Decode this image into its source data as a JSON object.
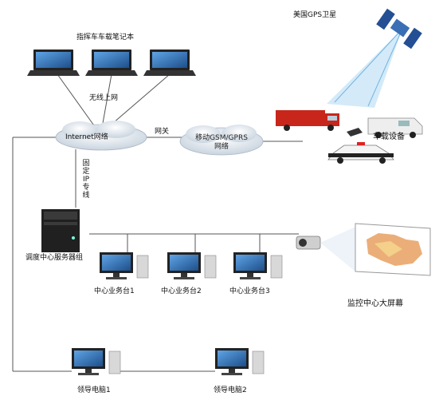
{
  "labels": {
    "laptops": "指挥车车载笔记本",
    "wireless": "无线上网",
    "internet": "Internet网络",
    "gateway": "网关",
    "mobile_line1": "移动GSM/GPRS",
    "mobile_line2": "网络",
    "fixed_ip": "固定IP专线",
    "gps": "美国GPS卫星",
    "vehicle": "车载设备",
    "server": "调度中心服务器组",
    "ws1": "中心业务台1",
    "ws2": "中心业务台2",
    "ws3": "中心业务台3",
    "bigscreen": "监控中心大屏幕",
    "leader1": "领导电脑1",
    "leader2": "领导电脑2"
  },
  "colors": {
    "line": "#555555",
    "screen": "#2f6fb0",
    "tower": "#222222",
    "cloud": "#dde5ee",
    "firetruck": "#c8261b"
  }
}
